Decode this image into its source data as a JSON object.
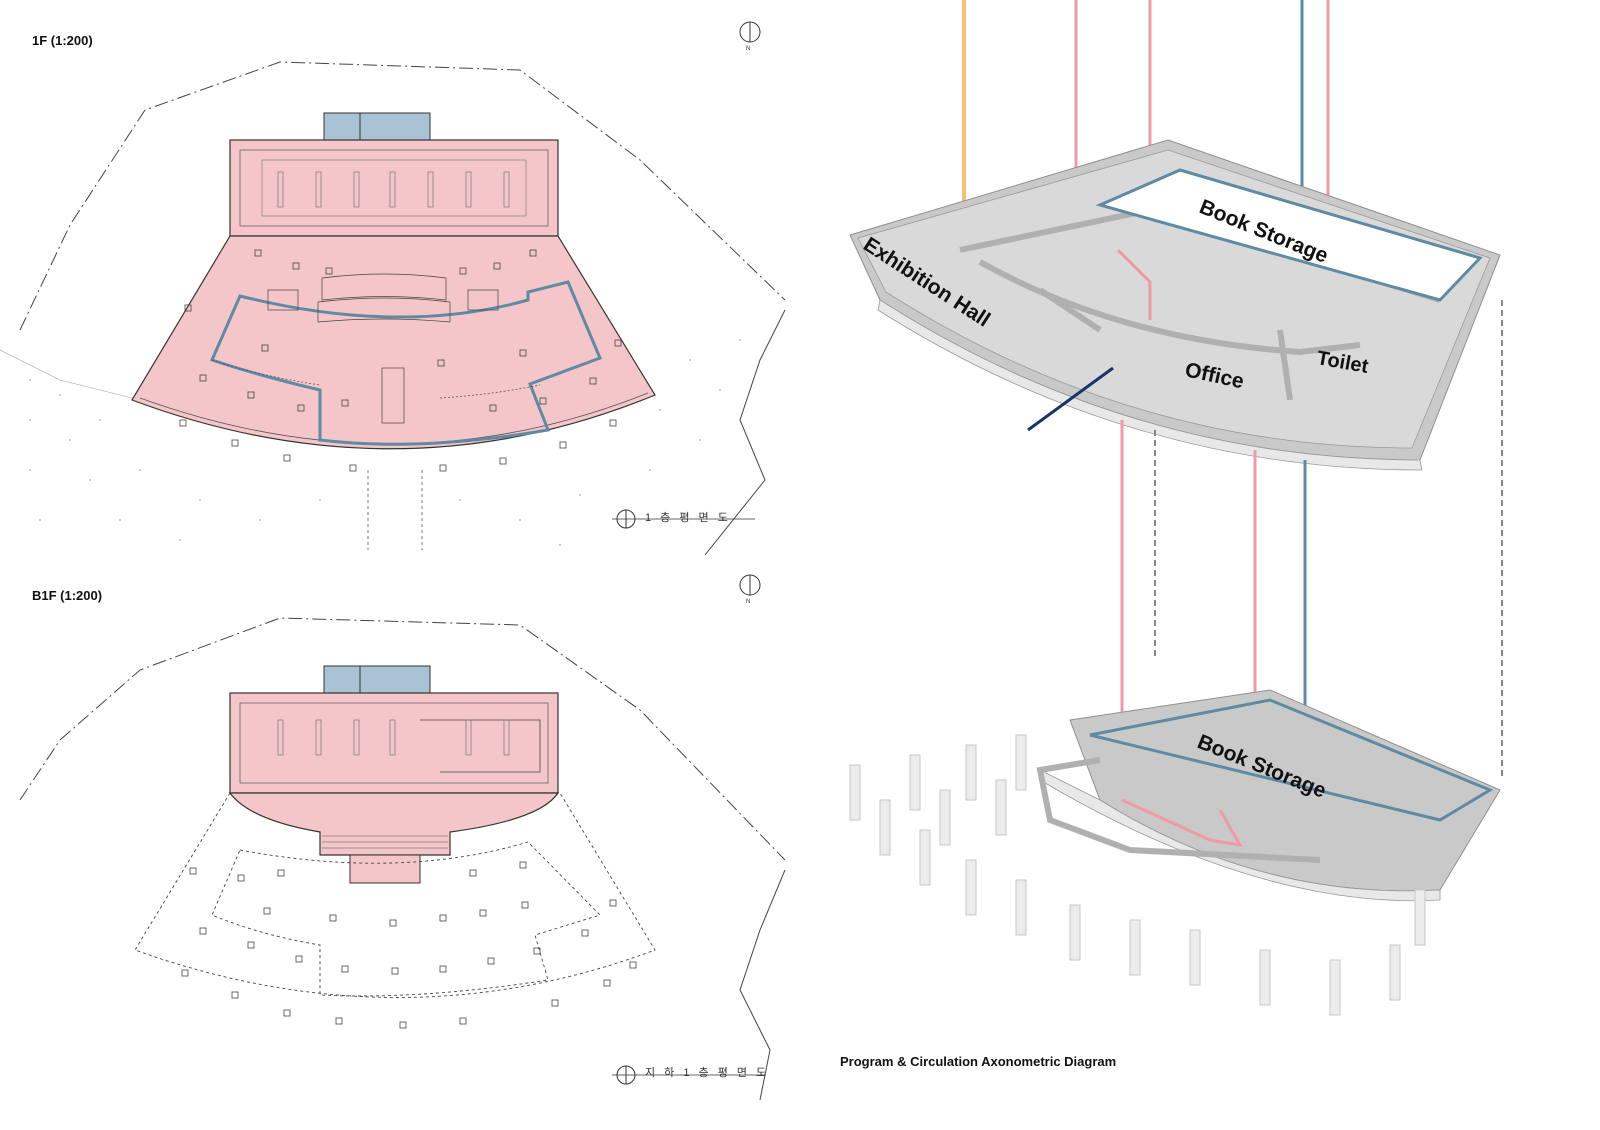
{
  "plans": {
    "first_floor": {
      "title": "1F (1:200)",
      "korean_label": "1 층 평 면 도",
      "north": "N"
    },
    "basement": {
      "title": "B1F (1:200)",
      "korean_label": "지 하 1 층 평 면 도",
      "north": "N"
    }
  },
  "axon": {
    "caption": "Program & Circulation Axonometric Diagram",
    "rooms": {
      "exhibition_hall": "Exhibition Hall",
      "book_storage_upper": "Book Storage",
      "office": "Office",
      "toilet": "Toilet",
      "book_storage_lower": "Book Storage"
    }
  },
  "colors": {
    "program_fill": "#f5c6c9",
    "circulation_blue": "#5f8aa3",
    "core_blue": "#a9c3d4",
    "pink_line": "#ef9aa6",
    "orange_line": "#f6c078",
    "navy_line": "#16356a",
    "slab_grey": "#c9c9c9"
  }
}
